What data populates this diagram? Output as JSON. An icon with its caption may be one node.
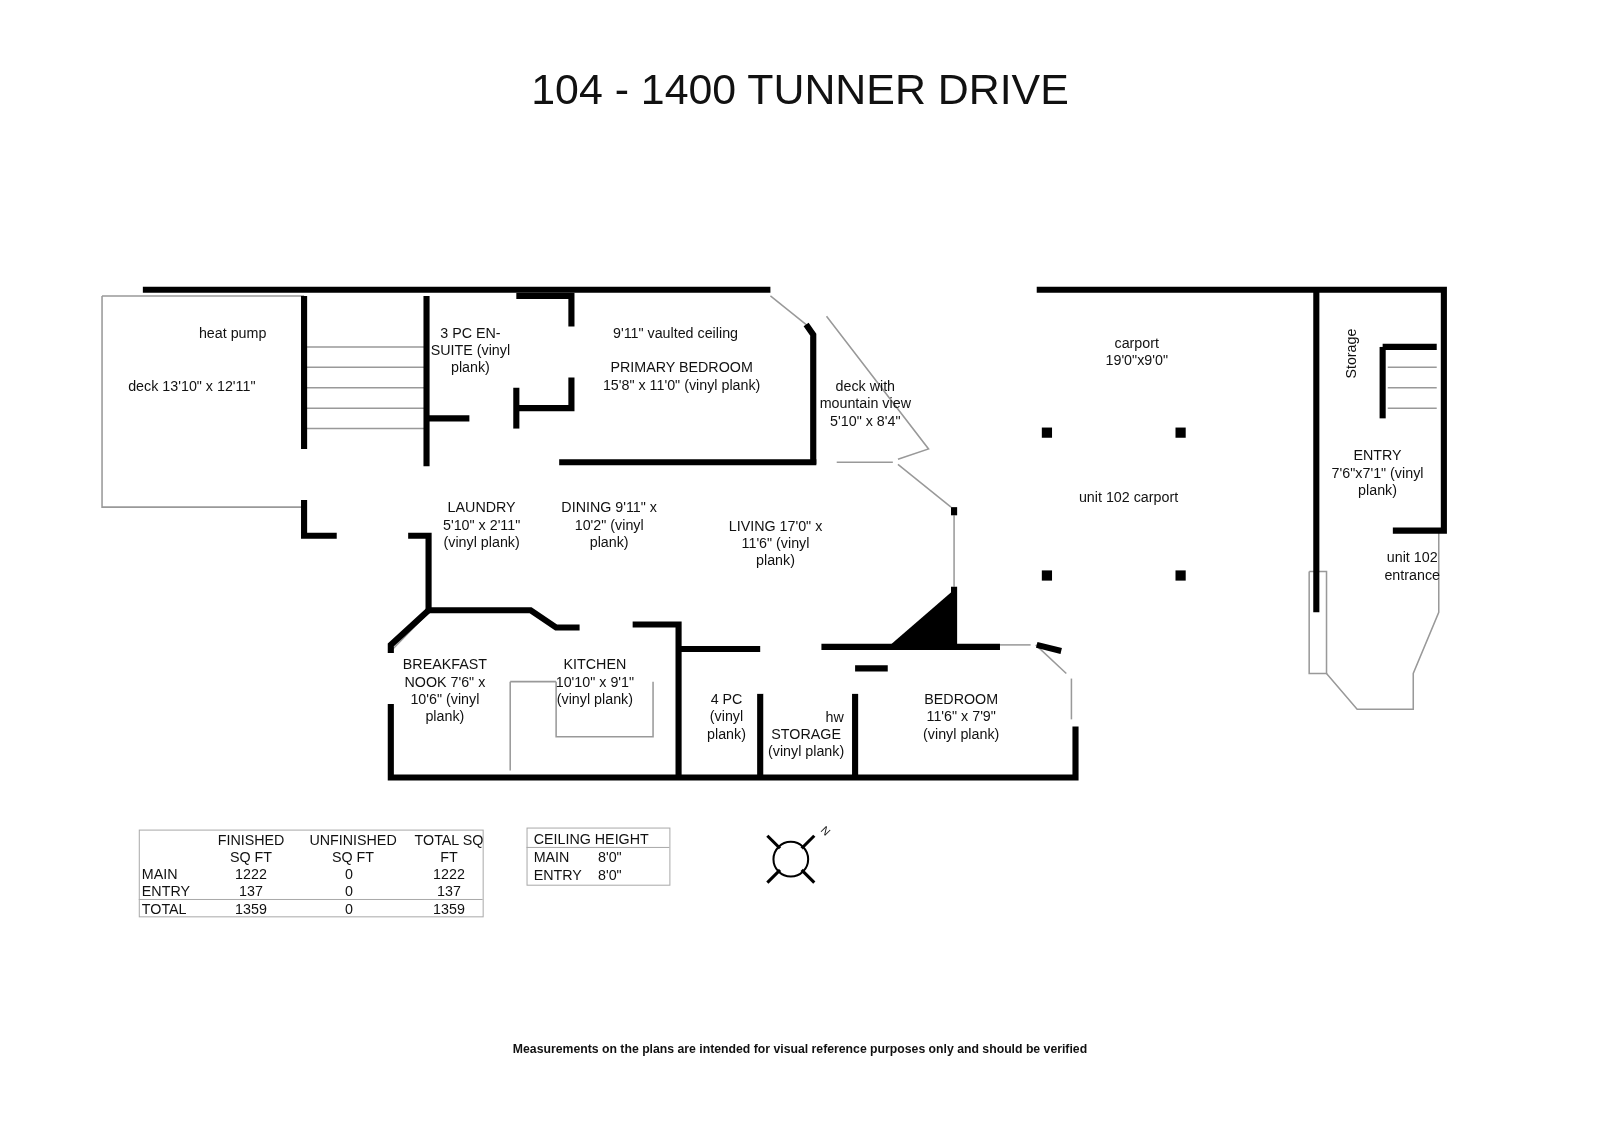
{
  "diagram": {
    "title": "104 - 1400 TUNNER DRIVE",
    "caption": "Measurements on the plans are intended for visual reference purposes only and should be verified",
    "labels": [
      "heat pump",
      "3 PC EN-SUITE (vinyl plank)",
      "9'11\" vaulted ceiling",
      "carport 19'0\"x9'0\"",
      "Storage",
      "PRIMARY BEDROOM 15'8\" x 11'0\" (vinyl plank)",
      "deck 13'10\" x 12'11\"",
      "deck with mountain view 5'10\" x 8'4\"",
      "ENTRY 7'6\"x7'1\" (vinyl plank)",
      "unit 102 carport",
      "LAUNDRY 5'10\" x 2'11\" (vinyl plank)",
      "DINING 9'11\" x 10'2\" (vinyl plank)",
      "LIVING 17'0\" x 11'6\" (vinyl plank)",
      "unit 102 entrance",
      "BREAKFAST NOOK 7'6\" x 10'6\" (vinyl plank)",
      "KITCHEN 10'10\" x 9'1\" (vinyl plank)",
      "4 PC (vinyl plank)",
      "hw",
      "BEDROOM 11'6\" x 7'9\" (vinyl plank)",
      "STORAGE (vinyl plank)",
      "FINISHED SQ FT",
      "UNFINISHED SQ FT",
      "TOTAL SQ FT",
      "MAIN",
      "1222",
      "0",
      "1222",
      "ENTRY",
      "137",
      "0",
      "137",
      "TOTAL",
      "1359",
      "0",
      "1359",
      "CEILING HEIGHT",
      "MAIN",
      "8'0\"",
      "ENTRY",
      "8'0\"",
      "N"
    ]
  }
}
